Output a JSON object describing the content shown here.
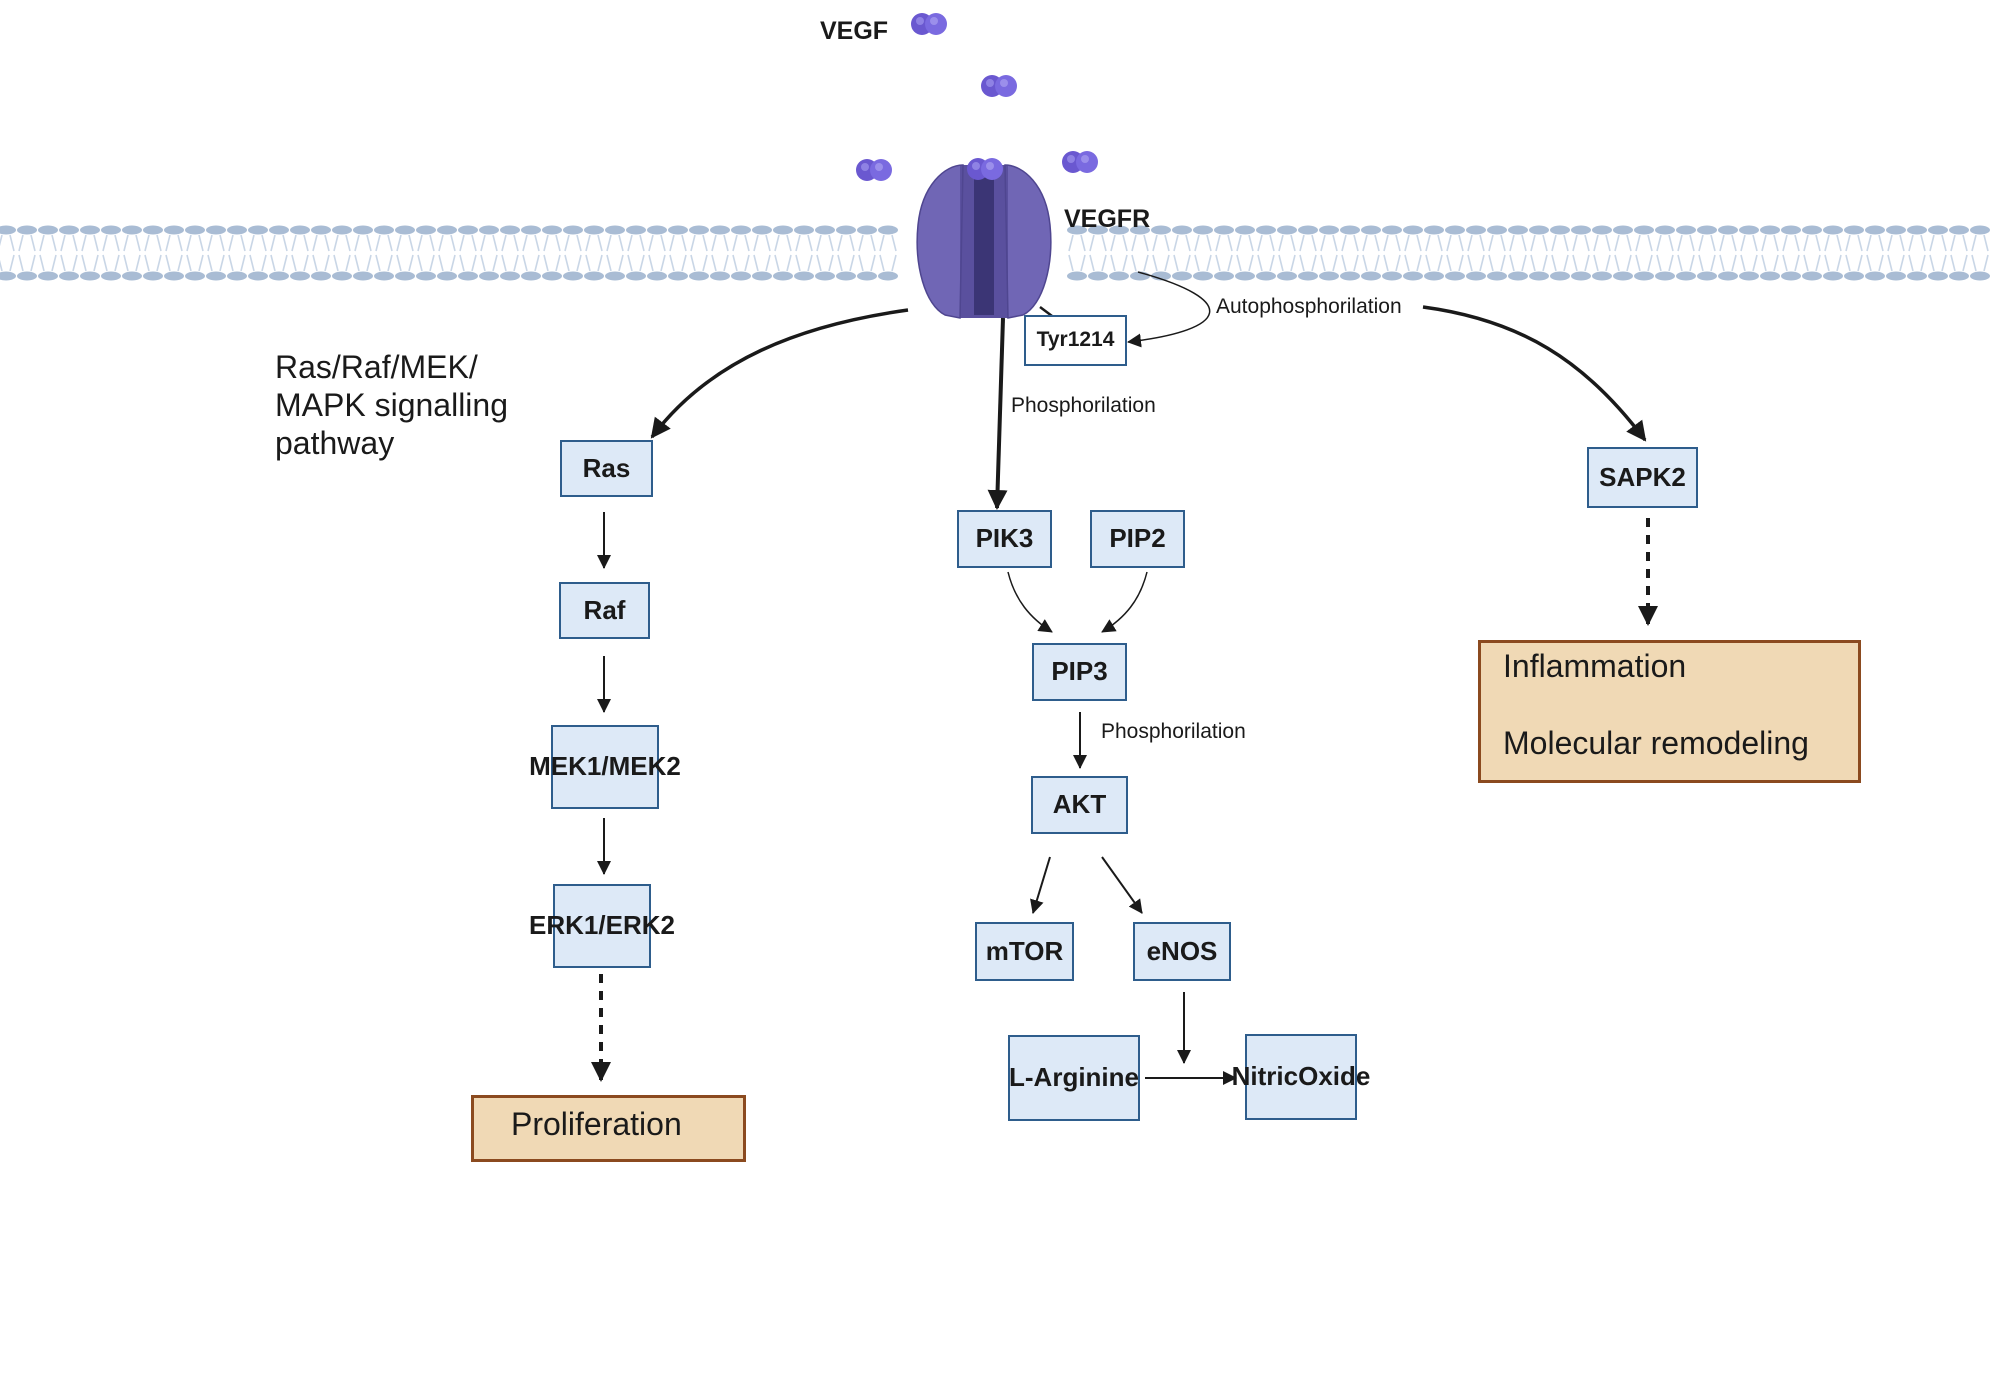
{
  "ligand": {
    "label": "VEGF"
  },
  "receptor": {
    "label": "VEGFR",
    "site": "Tyr1214"
  },
  "edges": {
    "autophosphorylation": "Autophosphorilation",
    "phosphorylation_pik3": "Phosphorilation",
    "phosphorylation_akt": "Phosphorilation"
  },
  "pathway_title": {
    "line1": "Ras/Raf/MEK/",
    "line2": "MAPK signalling",
    "line3": "pathway"
  },
  "mapk": {
    "ras": "Ras",
    "raf": "Raf",
    "mek": [
      "MEK1/",
      "MEK2"
    ],
    "erk": [
      "ERK1/",
      "ERK2"
    ],
    "outcome": "Proliferation"
  },
  "pi3k": {
    "pik3": "PIK3",
    "pip2": "PIP2",
    "pip3": "PIP3",
    "akt": "AKT",
    "mtor": "mTOR",
    "enos": "eNOS",
    "larginine": [
      "L-",
      "Arginine"
    ],
    "nitric_oxide": [
      "Nitric",
      "Oxide"
    ]
  },
  "sapk": {
    "sapk2": "SAPK2",
    "outcome_line1": "Inflammation",
    "outcome_line2": "Molecular remodeling"
  },
  "colors": {
    "node_fill": "#dde9f7",
    "node_border": "#2e5d8c",
    "outcome_fill": "#f0d9b5",
    "outcome_border": "#8b4a1f",
    "membrane": "#a9bcd4",
    "receptor": "#7066b5",
    "ligand": "#6a58d0"
  }
}
